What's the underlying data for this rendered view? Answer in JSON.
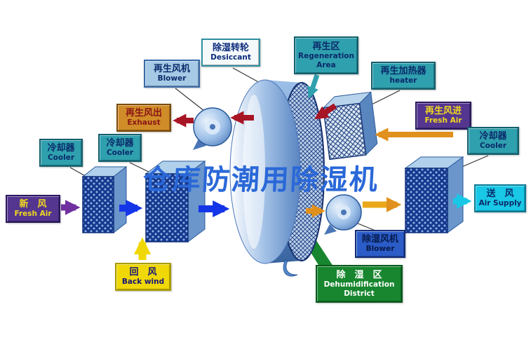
{
  "title": "仓库防潮用除湿机",
  "palette": {
    "teal_box": "#2fa0ae",
    "purple_box": "#54358f",
    "yellow_box": "#f0d806",
    "orange_box": "#d08c28",
    "blue_box": "#2b5cc8",
    "light_blue_box": "#a6cae6",
    "cyan_box": "#18c8e6",
    "green_box": "#17862e",
    "arrow_red": "#a81525",
    "arrow_blue": "#1535e8",
    "arrow_orange": "#e0901c",
    "arrow_purple": "#7030a0",
    "arrow_teal": "#2fa0ae",
    "arrow_yellow": "#f0d806",
    "arrow_cyan": "#18c8e6",
    "title_blue": "#2a68d8"
  },
  "labels": {
    "desiccant": {
      "zh": "除湿转轮",
      "en": "Desiccant"
    },
    "regeneration_area": {
      "zh": "再生区",
      "en": "Regeneration Area"
    },
    "regen_blower": {
      "zh": "再生风机",
      "en": "Blower"
    },
    "regen_heater": {
      "zh": "再生加热器",
      "en": "heater"
    },
    "exhaust": {
      "zh": "再生风出",
      "en": "Exhaust"
    },
    "regen_fresh_air": {
      "zh": "再生风进",
      "en": "Fresh Air"
    },
    "cooler_left_outer": {
      "zh": "冷却器",
      "en": "Cooler"
    },
    "cooler_left_inner": {
      "zh": "冷却器",
      "en": "Cooler"
    },
    "cooler_right": {
      "zh": "冷却器",
      "en": "Cooler"
    },
    "fresh_air": {
      "zh": "新　风",
      "en": "Fresh Air"
    },
    "back_wind": {
      "zh": "回　风",
      "en": "Back wind"
    },
    "air_supply": {
      "zh": "送　风",
      "en": "Air Supply"
    },
    "dehumid_blower": {
      "zh": "除湿风机",
      "en": "Blower"
    },
    "dehumid_district": {
      "zh": "除　湿　区",
      "en_line1": "Dehumidification",
      "en_line2": "District"
    }
  }
}
